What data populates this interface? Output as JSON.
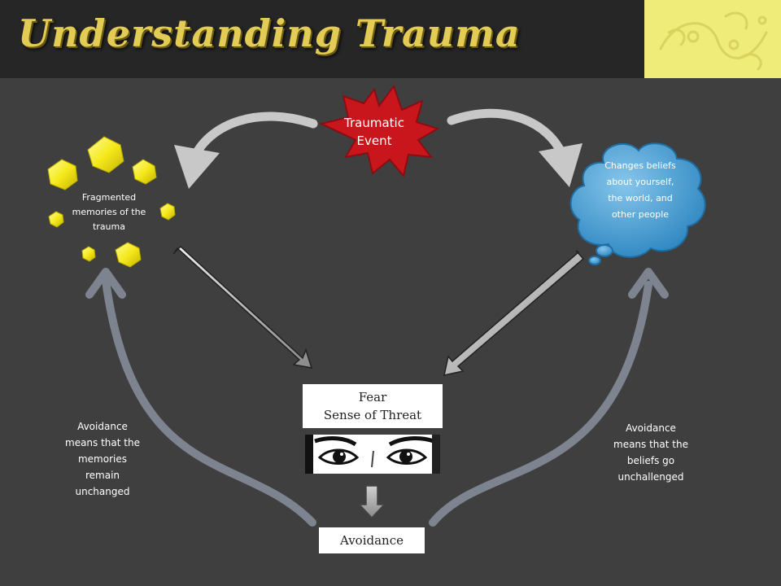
{
  "title": "Understanding Trauma",
  "nodes": {
    "traumatic_event": "Traumatic Event",
    "fragmented_memories": "Fragmented memories of the trauma",
    "changes_beliefs": "Changes beliefs about yourself, the world, and other people",
    "fear_line1": "Fear",
    "fear_line2": "Sense of Threat",
    "avoidance": "Avoidance",
    "avoidance_memories": "Avoidance means that the memories remain unchanged",
    "avoidance_beliefs": "Avoidance means that the beliefs go unchallenged"
  },
  "colors": {
    "background": "#3f3f3f",
    "header": "#262626",
    "title": "#e2cc55",
    "starburst": "#c8161c",
    "cloud": "#3f9bd2",
    "hexagon": "#f5e91c",
    "arrow_light": "#c8c8c8",
    "arrow_dark": "#7d838f"
  },
  "icons": [
    "starburst-shape",
    "cloud-shape",
    "hexagon-shape",
    "eyes-image",
    "ornament-image"
  ]
}
